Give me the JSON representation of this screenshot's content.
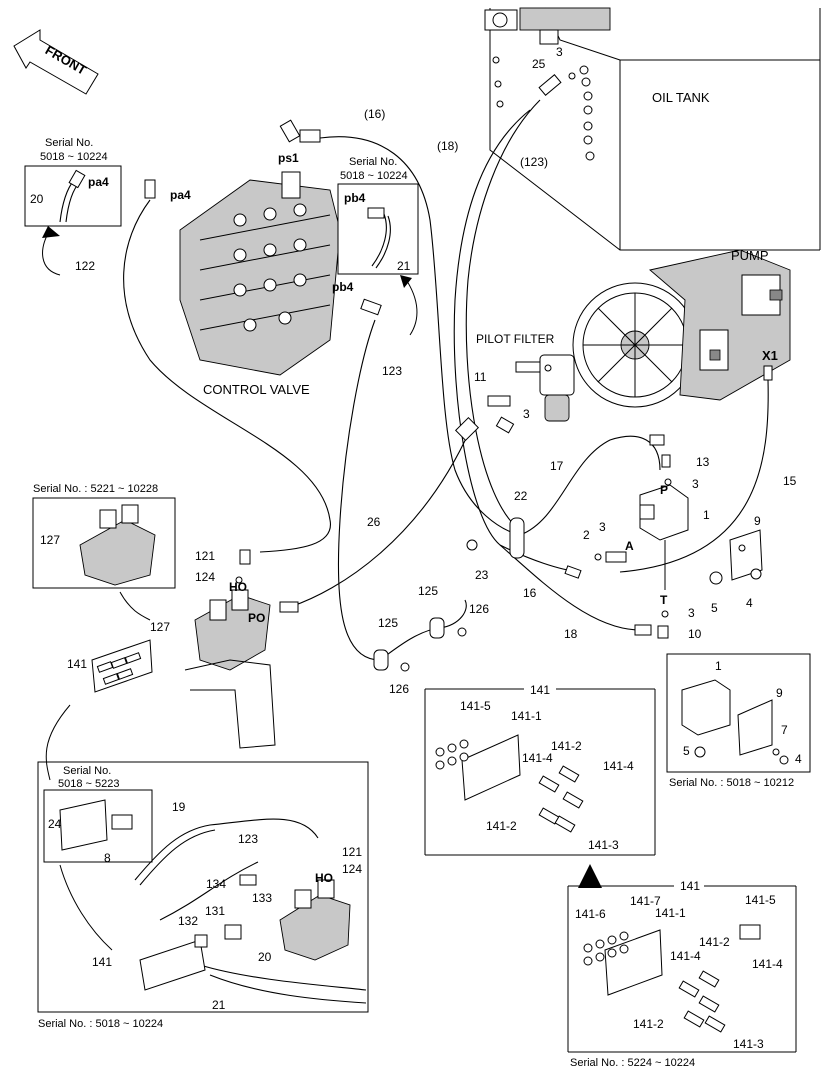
{
  "front_label": "FRONT",
  "components": {
    "oil_tank": "OIL TANK",
    "pump": "PUMP",
    "pilot_filter": "PILOT FILTER",
    "control_valve": "CONTROL VALVE"
  },
  "ports": {
    "ps1": "ps1",
    "pa4_inset": "pa4",
    "pa4": "pa4",
    "pb4_inset": "pb4",
    "pb4": "pb4",
    "x1": "X1",
    "ho": "HO",
    "po": "PO",
    "p": "P",
    "a": "A",
    "t": "T",
    "ho_inset": "HO"
  },
  "serials": {
    "s_5018_10224_line1": "Serial No.",
    "s_5018_10224_line2": "5018 ~ 10224",
    "s_pb4_line1": "Serial No.",
    "s_pb4_line2": "5018 ~ 10224",
    "s_5221_10228": "Serial No. : 5221 ~ 10228",
    "s_5018_5223_line1": "Serial No.",
    "s_5018_5223_line2": "5018 ~ 5223",
    "s_5018_10224_bottom": "Serial No. : 5018 ~ 10224",
    "s_5018_10212": "Serial No. : 5018 ~ 10212",
    "s_5224_10224": "Serial No. : 5224 ~ 10224"
  },
  "callouts": {
    "c16p": "(16)",
    "c18p": "(18)",
    "c123p": "(123)",
    "c3_top": "3",
    "c25": "25",
    "c20_inset": "20",
    "c122": "122",
    "c21_inset": "21",
    "c123": "123",
    "c11": "11",
    "c3_filter": "3",
    "c17": "17",
    "c13": "13",
    "c3_p": "3",
    "c15": "15",
    "c22": "22",
    "c1": "1",
    "c9": "9",
    "c3_a": "3",
    "c2": "2",
    "c26": "26",
    "c23": "23",
    "c16": "16",
    "c5": "5",
    "c4": "4",
    "c3_t": "3",
    "c10": "10",
    "c18": "18",
    "c121": "121",
    "c124": "124",
    "c127_inset": "127",
    "c127": "127",
    "c125_a": "125",
    "c126_a": "126",
    "c125_b": "125",
    "c126_b": "126",
    "c141_left": "141",
    "c141_box": "141",
    "c141_5": "141-5",
    "c141_1": "141-1",
    "c141_2a": "141-2",
    "c141_4a": "141-4",
    "c141_4b": "141-4",
    "c141_2b": "141-2",
    "c141_3": "141-3",
    "r1": "1",
    "r9": "9",
    "r7": "7",
    "r5": "5",
    "r4": "4",
    "c24": "24",
    "c8": "8",
    "c19": "19",
    "c123_b": "123",
    "c121_b": "121",
    "c124_b": "124",
    "c134": "134",
    "c133": "133",
    "c131": "131",
    "c132": "132",
    "c141_b": "141",
    "c20_b": "20",
    "c21_b": "21",
    "d141": "141",
    "d141_6": "141-6",
    "d141_7": "141-7",
    "d141_1": "141-1",
    "d141_5": "141-5",
    "d141_2a": "141-2",
    "d141_4a": "141-4",
    "d141_4b": "141-4",
    "d141_2b": "141-2",
    "d141_3": "141-3"
  }
}
